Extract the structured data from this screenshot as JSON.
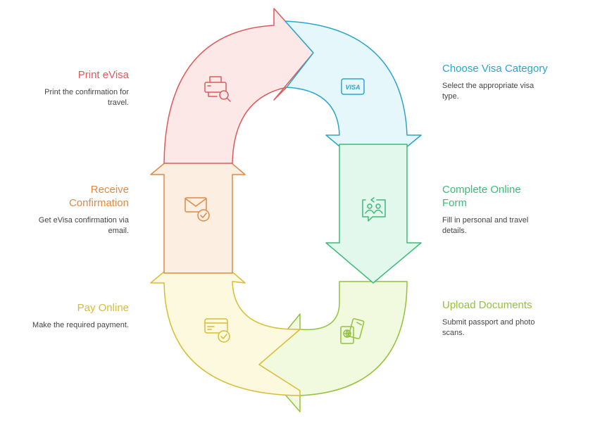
{
  "steps": [
    {
      "key": "visa",
      "title": "Choose Visa Category",
      "desc": "Select the appropriate visa type.",
      "icon": "visa-card-icon",
      "color": "#2ba5cc",
      "fill": "#e6f7fc"
    },
    {
      "key": "form",
      "title": "Complete Online Form",
      "desc": "Fill in personal and travel details.",
      "icon": "online-form-icon",
      "color": "#3dbb78",
      "fill": "#e3f8ec"
    },
    {
      "key": "upload",
      "title": "Upload Documents",
      "desc": "Submit passport and photo scans.",
      "icon": "passport-ticket-icon",
      "color": "#93c23d",
      "fill": "#f1fadf"
    },
    {
      "key": "pay",
      "title": "Pay Online",
      "desc": "Make the required payment.",
      "icon": "credit-card-check-icon",
      "color": "#d8bd32",
      "fill": "#fdf9df"
    },
    {
      "key": "confirm",
      "title": "Receive Confirmation",
      "desc": "Get eVisa confirmation via email.",
      "icon": "envelope-check-icon",
      "color": "#e08a47",
      "fill": "#fdeee2"
    },
    {
      "key": "print",
      "title": "Print eVisa",
      "desc": "Print the confirmation for travel.",
      "icon": "printer-search-icon",
      "color": "#dd5b5b",
      "fill": "#fde8e8"
    }
  ],
  "visa_badge_text": "VISA"
}
